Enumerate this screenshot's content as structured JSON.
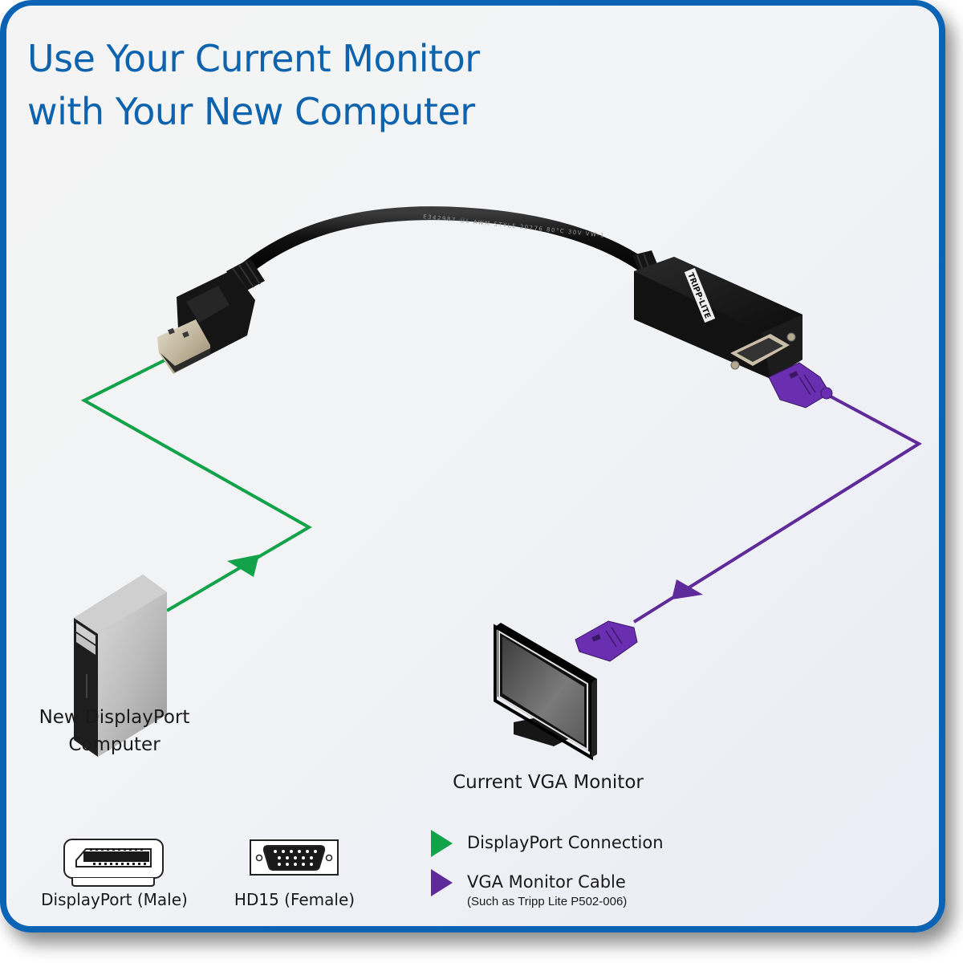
{
  "title": {
    "line1": "Use Your Current Monitor",
    "line2": "with Your New Computer"
  },
  "colors": {
    "frame_border": "#0a63b3",
    "title": "#0d63ad",
    "displayport_connection": "#12a34a",
    "vga_cable": "#5f2a9a",
    "adapter_body": "#161616",
    "vga_plug": "#6a2fb0"
  },
  "product": {
    "name": "DisplayPort to VGA adapter",
    "brand_logo_text": "TRIPP·LITE",
    "cable_print": "E342987  ⓊL  AWM  STYLE  20276  80°C  30V  VW-1"
  },
  "devices": {
    "computer": {
      "icon": "desktop-tower-icon",
      "label_line1": "New DisplayPort",
      "label_line2": "Computer"
    },
    "monitor": {
      "icon": "lcd-monitor-icon",
      "label": "Current VGA Monitor"
    }
  },
  "connectors": [
    {
      "icon": "displayport-male-icon",
      "label": "DisplayPort (Male)"
    },
    {
      "icon": "hd15-female-icon",
      "label": "HD15 (Female)"
    }
  ],
  "legend": [
    {
      "icon": "green-triangle-icon",
      "label": "DisplayPort Connection",
      "sublabel": ""
    },
    {
      "icon": "purple-triangle-icon",
      "label": "VGA Monitor Cable",
      "sublabel": "(Such as Tripp Lite P502-006)"
    }
  ]
}
